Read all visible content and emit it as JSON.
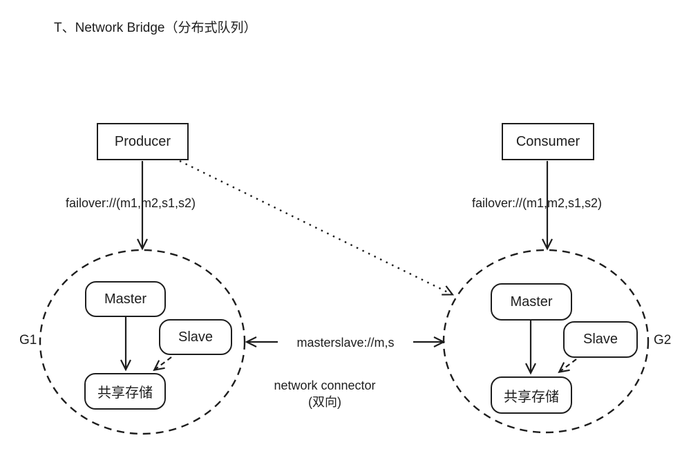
{
  "title": "T、Network Bridge（分布式队列）",
  "colors": {
    "ink": "#1d1d1d",
    "background": "#ffffff"
  },
  "producer": {
    "label": "Producer",
    "failover": "failover://(m1,m2,s1,s2)"
  },
  "consumer": {
    "label": "Consumer",
    "failover": "failover://(m1,m2,s1,s2)"
  },
  "group1": {
    "name": "G1",
    "master": "Master",
    "slave": "Slave",
    "storage": "共享存储"
  },
  "group2": {
    "name": "G2",
    "master": "Master",
    "slave": "Slave",
    "storage": "共享存储"
  },
  "bridge": {
    "protocol": "masterslave://m,s",
    "caption": "network connector",
    "caption_note": "(双向)"
  }
}
